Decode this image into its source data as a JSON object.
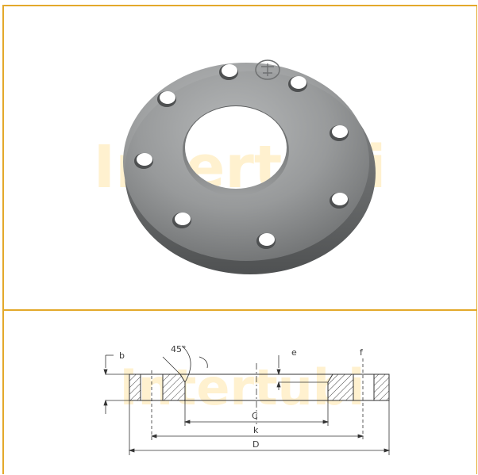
{
  "watermark": {
    "text": "Intertubi"
  },
  "drawing": {
    "labels": {
      "b": "b",
      "angle": "45°",
      "e": "e",
      "f": "f",
      "C": "C",
      "k": "k",
      "D": "D"
    }
  },
  "colors": {
    "frame": "#e3a92b",
    "watermark": "#fff1cf",
    "metal_dark": "#6d6f70",
    "metal_light": "#b3b5b6"
  }
}
